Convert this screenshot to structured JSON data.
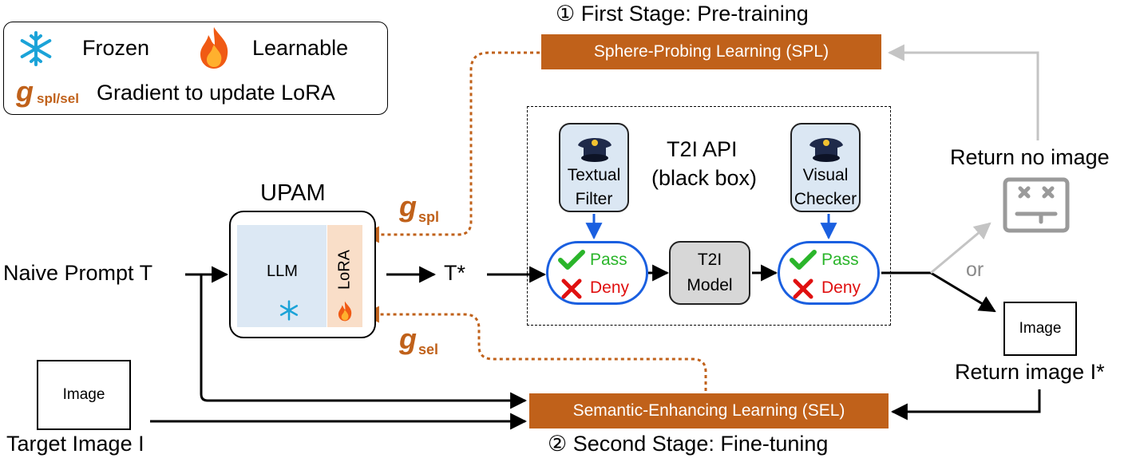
{
  "legend": {
    "frozen": "Frozen",
    "learnable": "Learnable",
    "gradient_symbol": "g",
    "gradient_sub": "spl/sel",
    "gradient_text": "Gradient to update LoRA"
  },
  "stage1": {
    "title": "① First Stage: Pre-training",
    "module": "Sphere-Probing Learning (SPL)"
  },
  "stage2": {
    "title": "② Second Stage: Fine-tuning",
    "module": "Semantic-Enhancing Learning (SEL)"
  },
  "upam": {
    "title": "UPAM",
    "llm": "LLM",
    "lora": "LoRA"
  },
  "gradients": {
    "spl_symbol": "g",
    "spl_sub": "spl",
    "sel_symbol": "g",
    "sel_sub": "sel"
  },
  "inputs": {
    "naive_prompt": "Naive Prompt T",
    "target_image": "Target Image I",
    "image_box": "Image"
  },
  "optimized_prompt": "T*",
  "api": {
    "title_line1": "T2I API",
    "title_line2": "(black box)",
    "textual_filter_line1": "Textual",
    "textual_filter_line2": "Filter",
    "visual_checker_line1": "Visual",
    "visual_checker_line2": "Checker",
    "pass": "Pass",
    "deny": "Deny",
    "model_line1": "T2I",
    "model_line2": "Model"
  },
  "outputs": {
    "no_image": "Return no image",
    "or": "or",
    "image_box": "Image",
    "return_image": "Return image I*"
  },
  "colors": {
    "accent": "#c0611a",
    "pass": "#2ab52a",
    "deny": "#e01010",
    "blue": "#1a5fe0",
    "gray": "#bbbbbb"
  }
}
